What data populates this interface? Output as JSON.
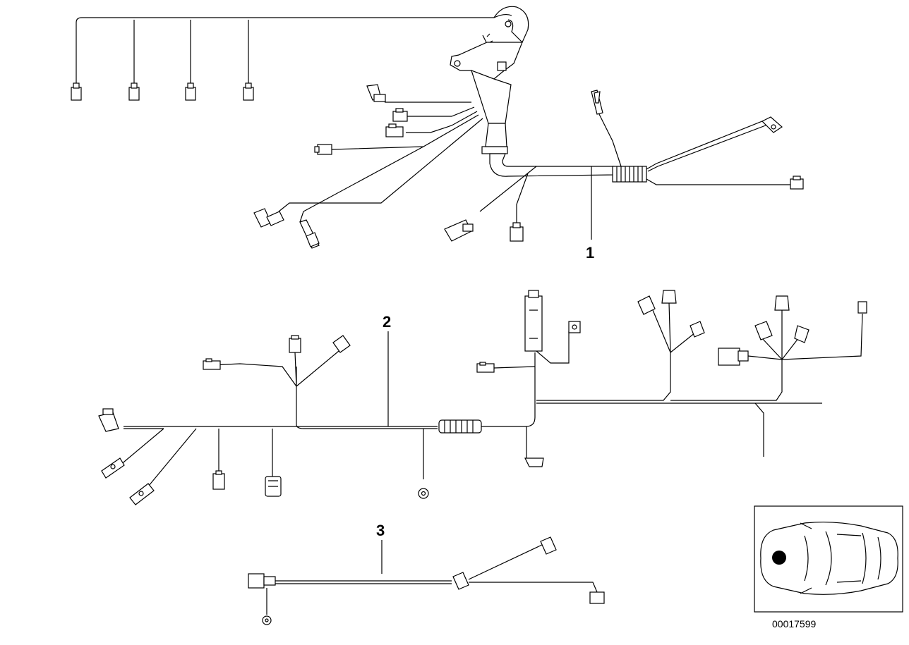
{
  "diagram": {
    "callouts": [
      {
        "id": "1",
        "label": "1"
      },
      {
        "id": "2",
        "label": "2"
      },
      {
        "id": "3",
        "label": "3"
      }
    ],
    "document_number": "00017599",
    "inset": {
      "icon": "car-top-view-icon"
    }
  }
}
